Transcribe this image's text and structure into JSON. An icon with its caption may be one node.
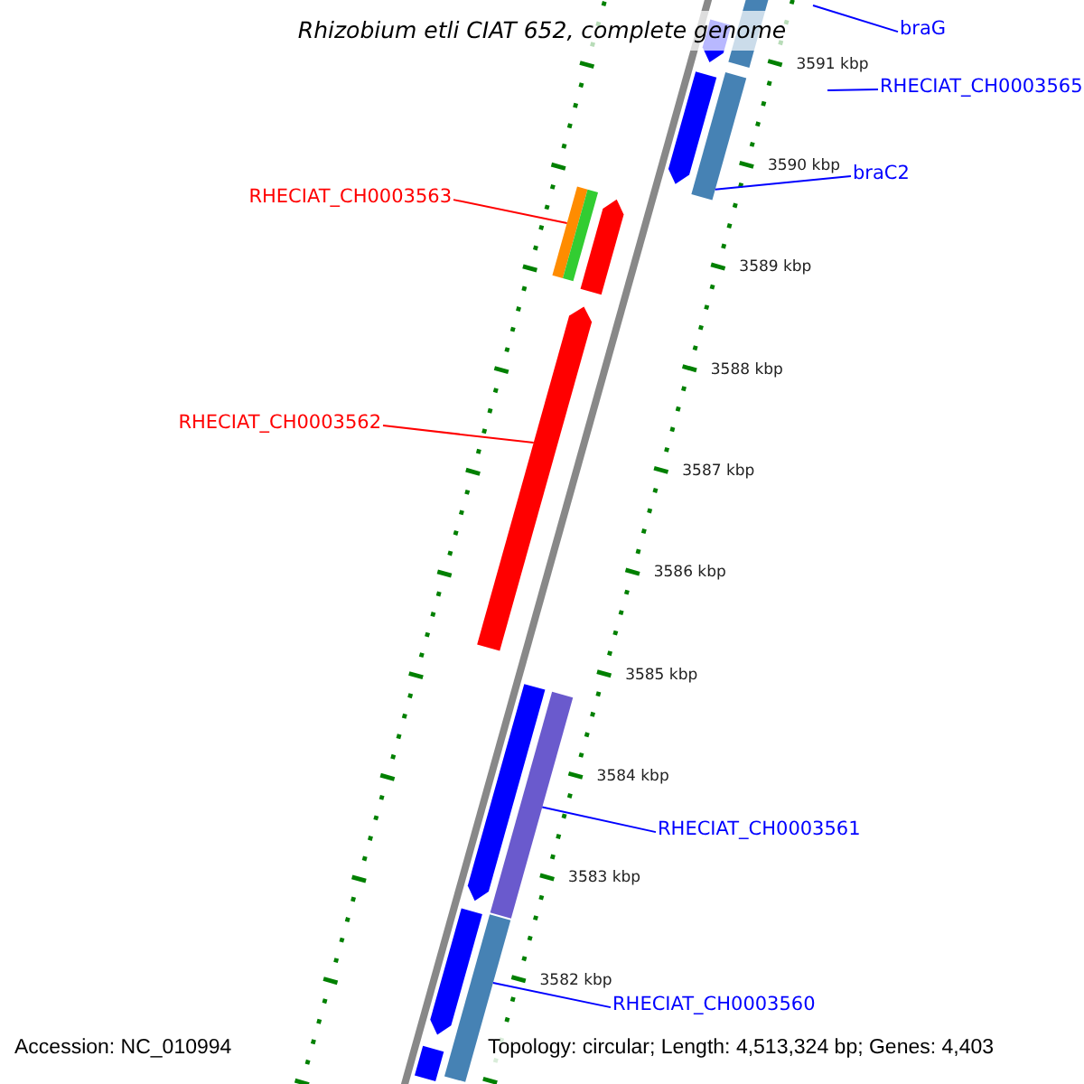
{
  "diagram": {
    "title": "Rhizobium etli CIAT 652, complete genome",
    "nodes": [
      {
        "text": [
          "braG"
        ]
      },
      {
        "text": [
          "RHECIAT_CH0003565"
        ]
      },
      {
        "text": [
          "braC2"
        ]
      },
      {
        "text": [
          "RHECIAT_CH0003563"
        ]
      },
      {
        "text": [
          "RHECIAT_CH0003562"
        ]
      },
      {
        "text": [
          "RHECIAT_CH0003561"
        ]
      },
      {
        "text": [
          "RHECIAT_CH0003560"
        ]
      },
      {
        "text": [],
        "shape": "bar"
      },
      {
        "text": [],
        "shape": "bar"
      },
      {
        "text": [],
        "shape": "arrow"
      },
      {
        "text": [],
        "shape": "bar"
      },
      {
        "text": [],
        "shape": "bar"
      },
      {
        "text": [],
        "shape": "arrow"
      },
      {
        "text": [],
        "shape": "arrow"
      },
      {
        "text": [],
        "shape": "bar"
      },
      {
        "text": [],
        "shape": "arrow"
      },
      {
        "text": [],
        "shape": "arrow"
      },
      {
        "text": [],
        "shape": "bar"
      }
    ],
    "edges": [
      {
        "from": 0,
        "to": null,
        "arrow": "none"
      },
      {
        "from": 1,
        "to": null,
        "arrow": "none"
      },
      {
        "from": 2,
        "to": 7,
        "arrow": "none"
      },
      {
        "from": 3,
        "to": 8,
        "arrow": "none",
        "color": "#ff0000"
      },
      {
        "from": 4,
        "to": 9,
        "arrow": "none",
        "color": "#ff0000"
      },
      {
        "from": 5,
        "to": 10,
        "arrow": "none"
      },
      {
        "from": 6,
        "to": 11,
        "arrow": "none"
      }
    ],
    "labels": [
      "3591 kbp",
      "3590 kbp",
      "3589 kbp",
      "3588 kbp",
      "3587 kbp",
      "3586 kbp",
      "3585 kbp",
      "3584 kbp",
      "3583 kbp",
      "3582 kbp",
      "Accession: NC_010994",
      "Topology: circular; Length: 4,513,324 bp; Genes: 4,403"
    ]
  }
}
